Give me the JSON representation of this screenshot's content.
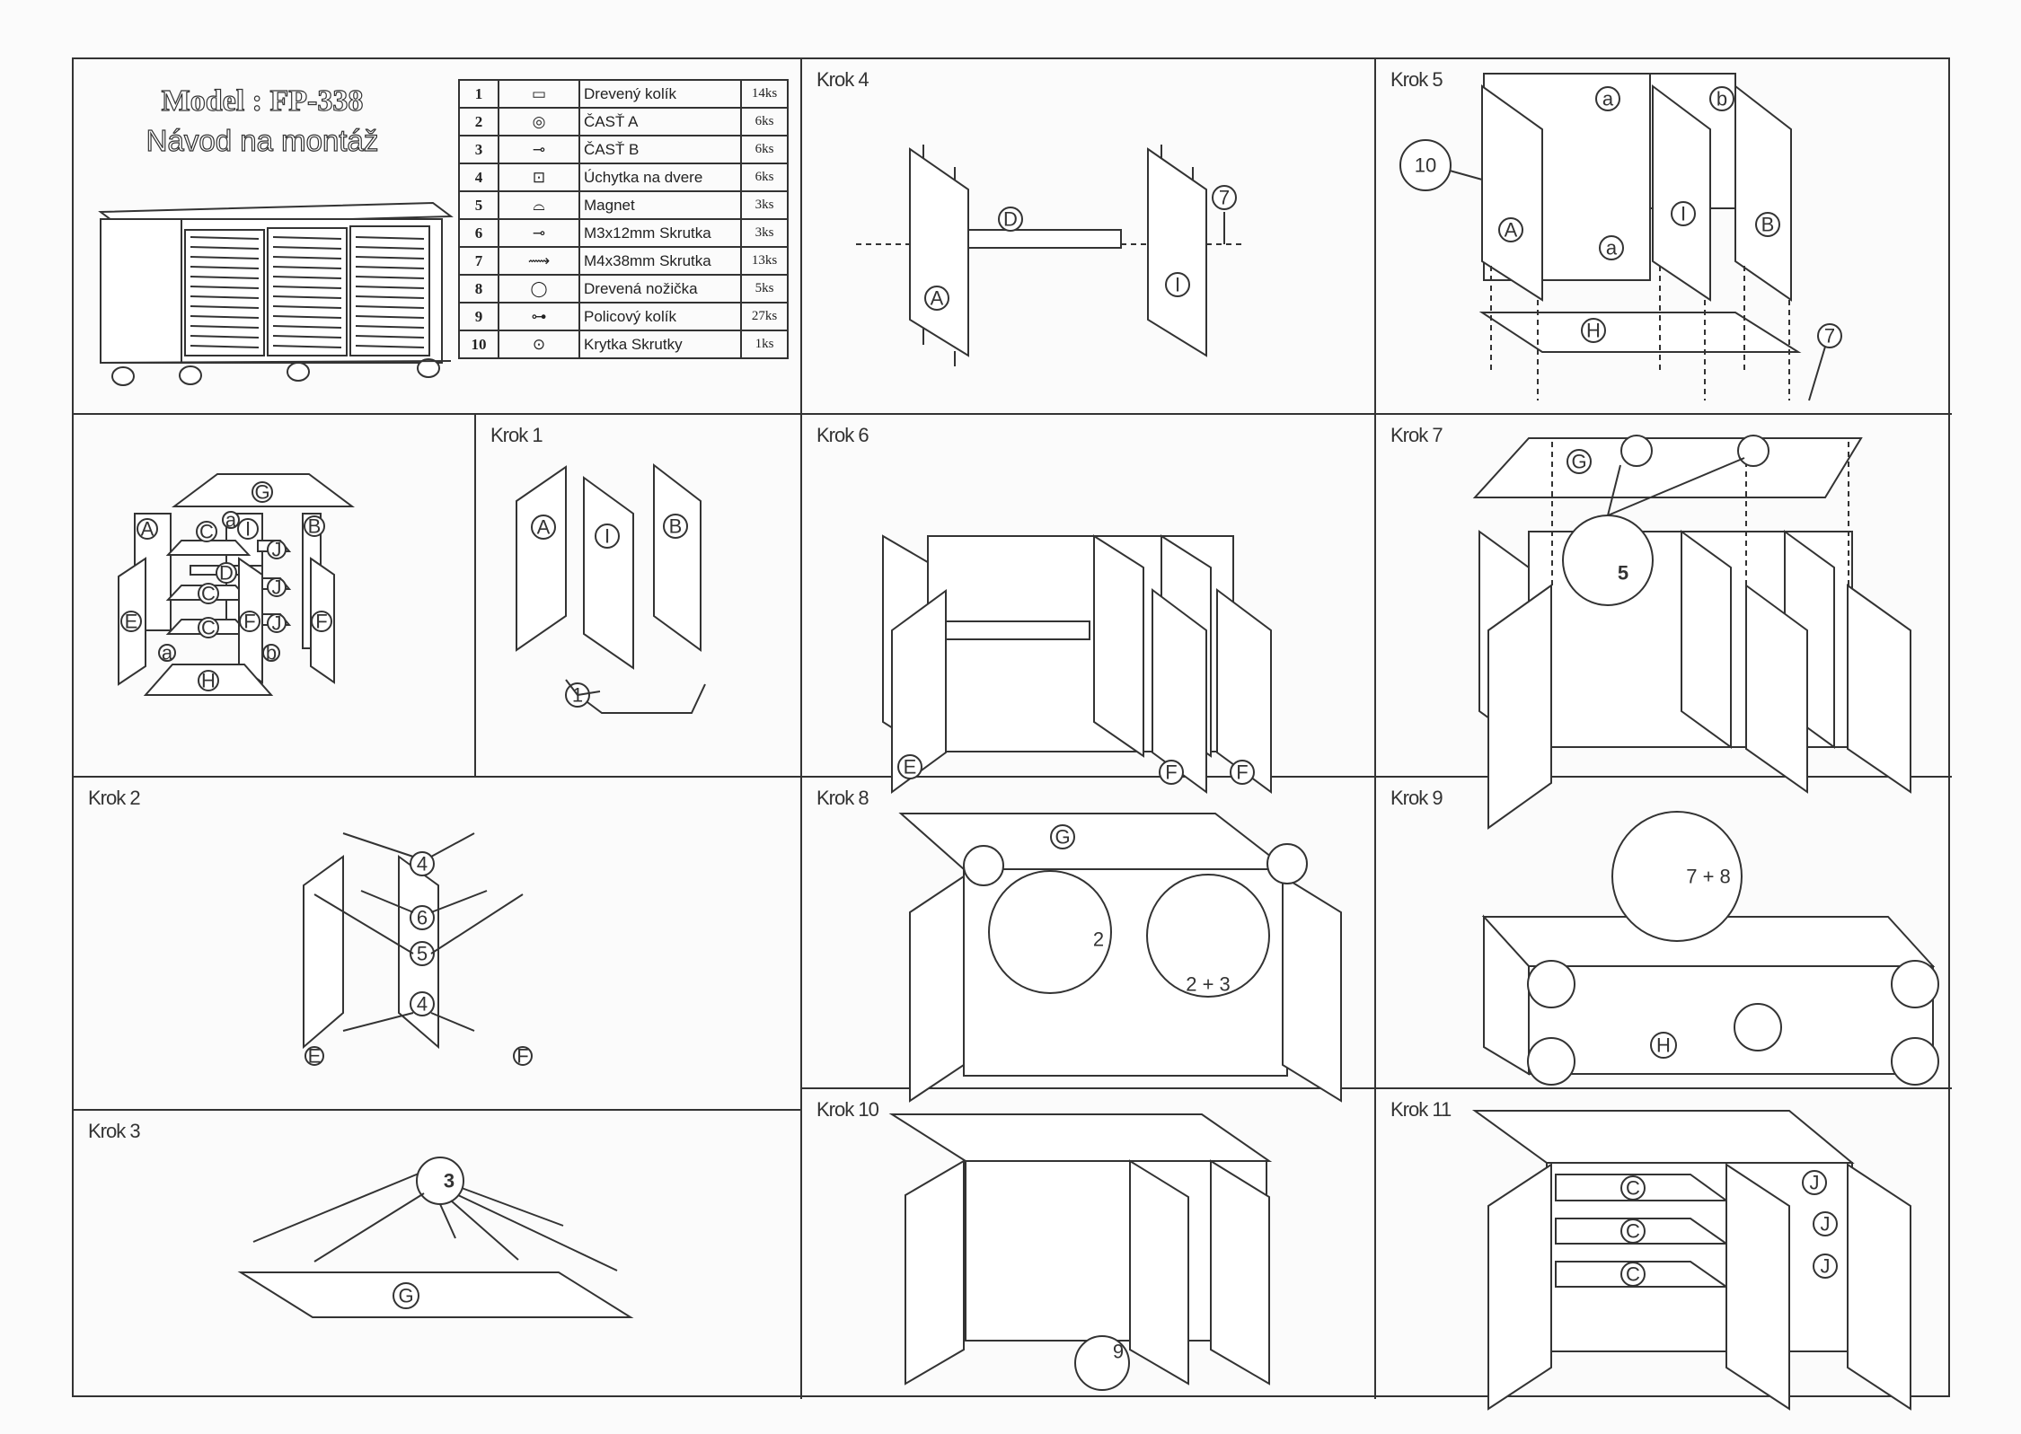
{
  "header": {
    "model_title": "Model : FP-338",
    "subtitle": "Návod na montáž"
  },
  "parts_table": [
    {
      "no": "1",
      "icon": "wooden-dowel-icon",
      "name": "Drevený kolík",
      "qty": "14ks"
    },
    {
      "no": "2",
      "icon": "cam-lock-icon",
      "name": "ČASŤ A",
      "qty": "6ks"
    },
    {
      "no": "3",
      "icon": "cam-bolt-icon",
      "name": "ČASŤ B",
      "qty": "6ks"
    },
    {
      "no": "4",
      "icon": "door-hinge-icon",
      "name": "Úchytka na dvere",
      "qty": "6ks"
    },
    {
      "no": "5",
      "icon": "magnet-icon",
      "name": "Magnet",
      "qty": "3ks"
    },
    {
      "no": "6",
      "icon": "small-screw-icon",
      "name": "M3x12mm Skrutka",
      "qty": "3ks"
    },
    {
      "no": "7",
      "icon": "long-screw-icon",
      "name": "M4x38mm Skrutka",
      "qty": "13ks"
    },
    {
      "no": "8",
      "icon": "wooden-foot-icon",
      "name": "Drevená nožička",
      "qty": "5ks"
    },
    {
      "no": "9",
      "icon": "shelf-pin-icon",
      "name": "Policový kolík",
      "qty": "27ks"
    },
    {
      "no": "10",
      "icon": "screw-cap-icon",
      "name": "Krytka Skrutky",
      "qty": "1ks"
    }
  ],
  "overview_labels": {
    "top": "G",
    "side_left": "A",
    "divider": "I",
    "side_right": "B",
    "shelf": "C",
    "rail": "D",
    "door_left": "E",
    "door_right": "F",
    "small_shelf": "J",
    "back_a": "a",
    "back_b": "b",
    "bottom": "H"
  },
  "steps": {
    "s1": {
      "label": "Krok 1",
      "parts": [
        "A",
        "I",
        "B"
      ],
      "callout": "1"
    },
    "s2": {
      "label": "Krok 2",
      "callouts": [
        "4",
        "6",
        "5",
        "4"
      ],
      "doors": [
        "E",
        "F"
      ]
    },
    "s3": {
      "label": "Krok 3",
      "callout": "3",
      "board": "G"
    },
    "s4": {
      "label": "Krok 4",
      "parts": [
        "A",
        "D",
        "I"
      ],
      "callout": "7"
    },
    "s5": {
      "label": "Krok 5",
      "parts": [
        "A",
        "I",
        "B",
        "H",
        "a",
        "a",
        "b"
      ],
      "callout_detail": "10",
      "callout": "7"
    },
    "s6": {
      "label": "Krok 6",
      "doors": [
        "E",
        "F",
        "F"
      ]
    },
    "s7": {
      "label": "Krok 7",
      "board": "G",
      "callout": "5"
    },
    "s8": {
      "label": "Krok 8",
      "board": "G",
      "callout_a": "2",
      "callout_b": "2 + 3"
    },
    "s9": {
      "label": "Krok 9",
      "board": "H",
      "callout": "7 + 8"
    },
    "s10": {
      "label": "Krok 10",
      "callout": "9"
    },
    "s11": {
      "label": "Krok 11",
      "shelves": [
        "C",
        "C",
        "C"
      ],
      "small_shelves": [
        "J",
        "J",
        "J"
      ]
    }
  }
}
